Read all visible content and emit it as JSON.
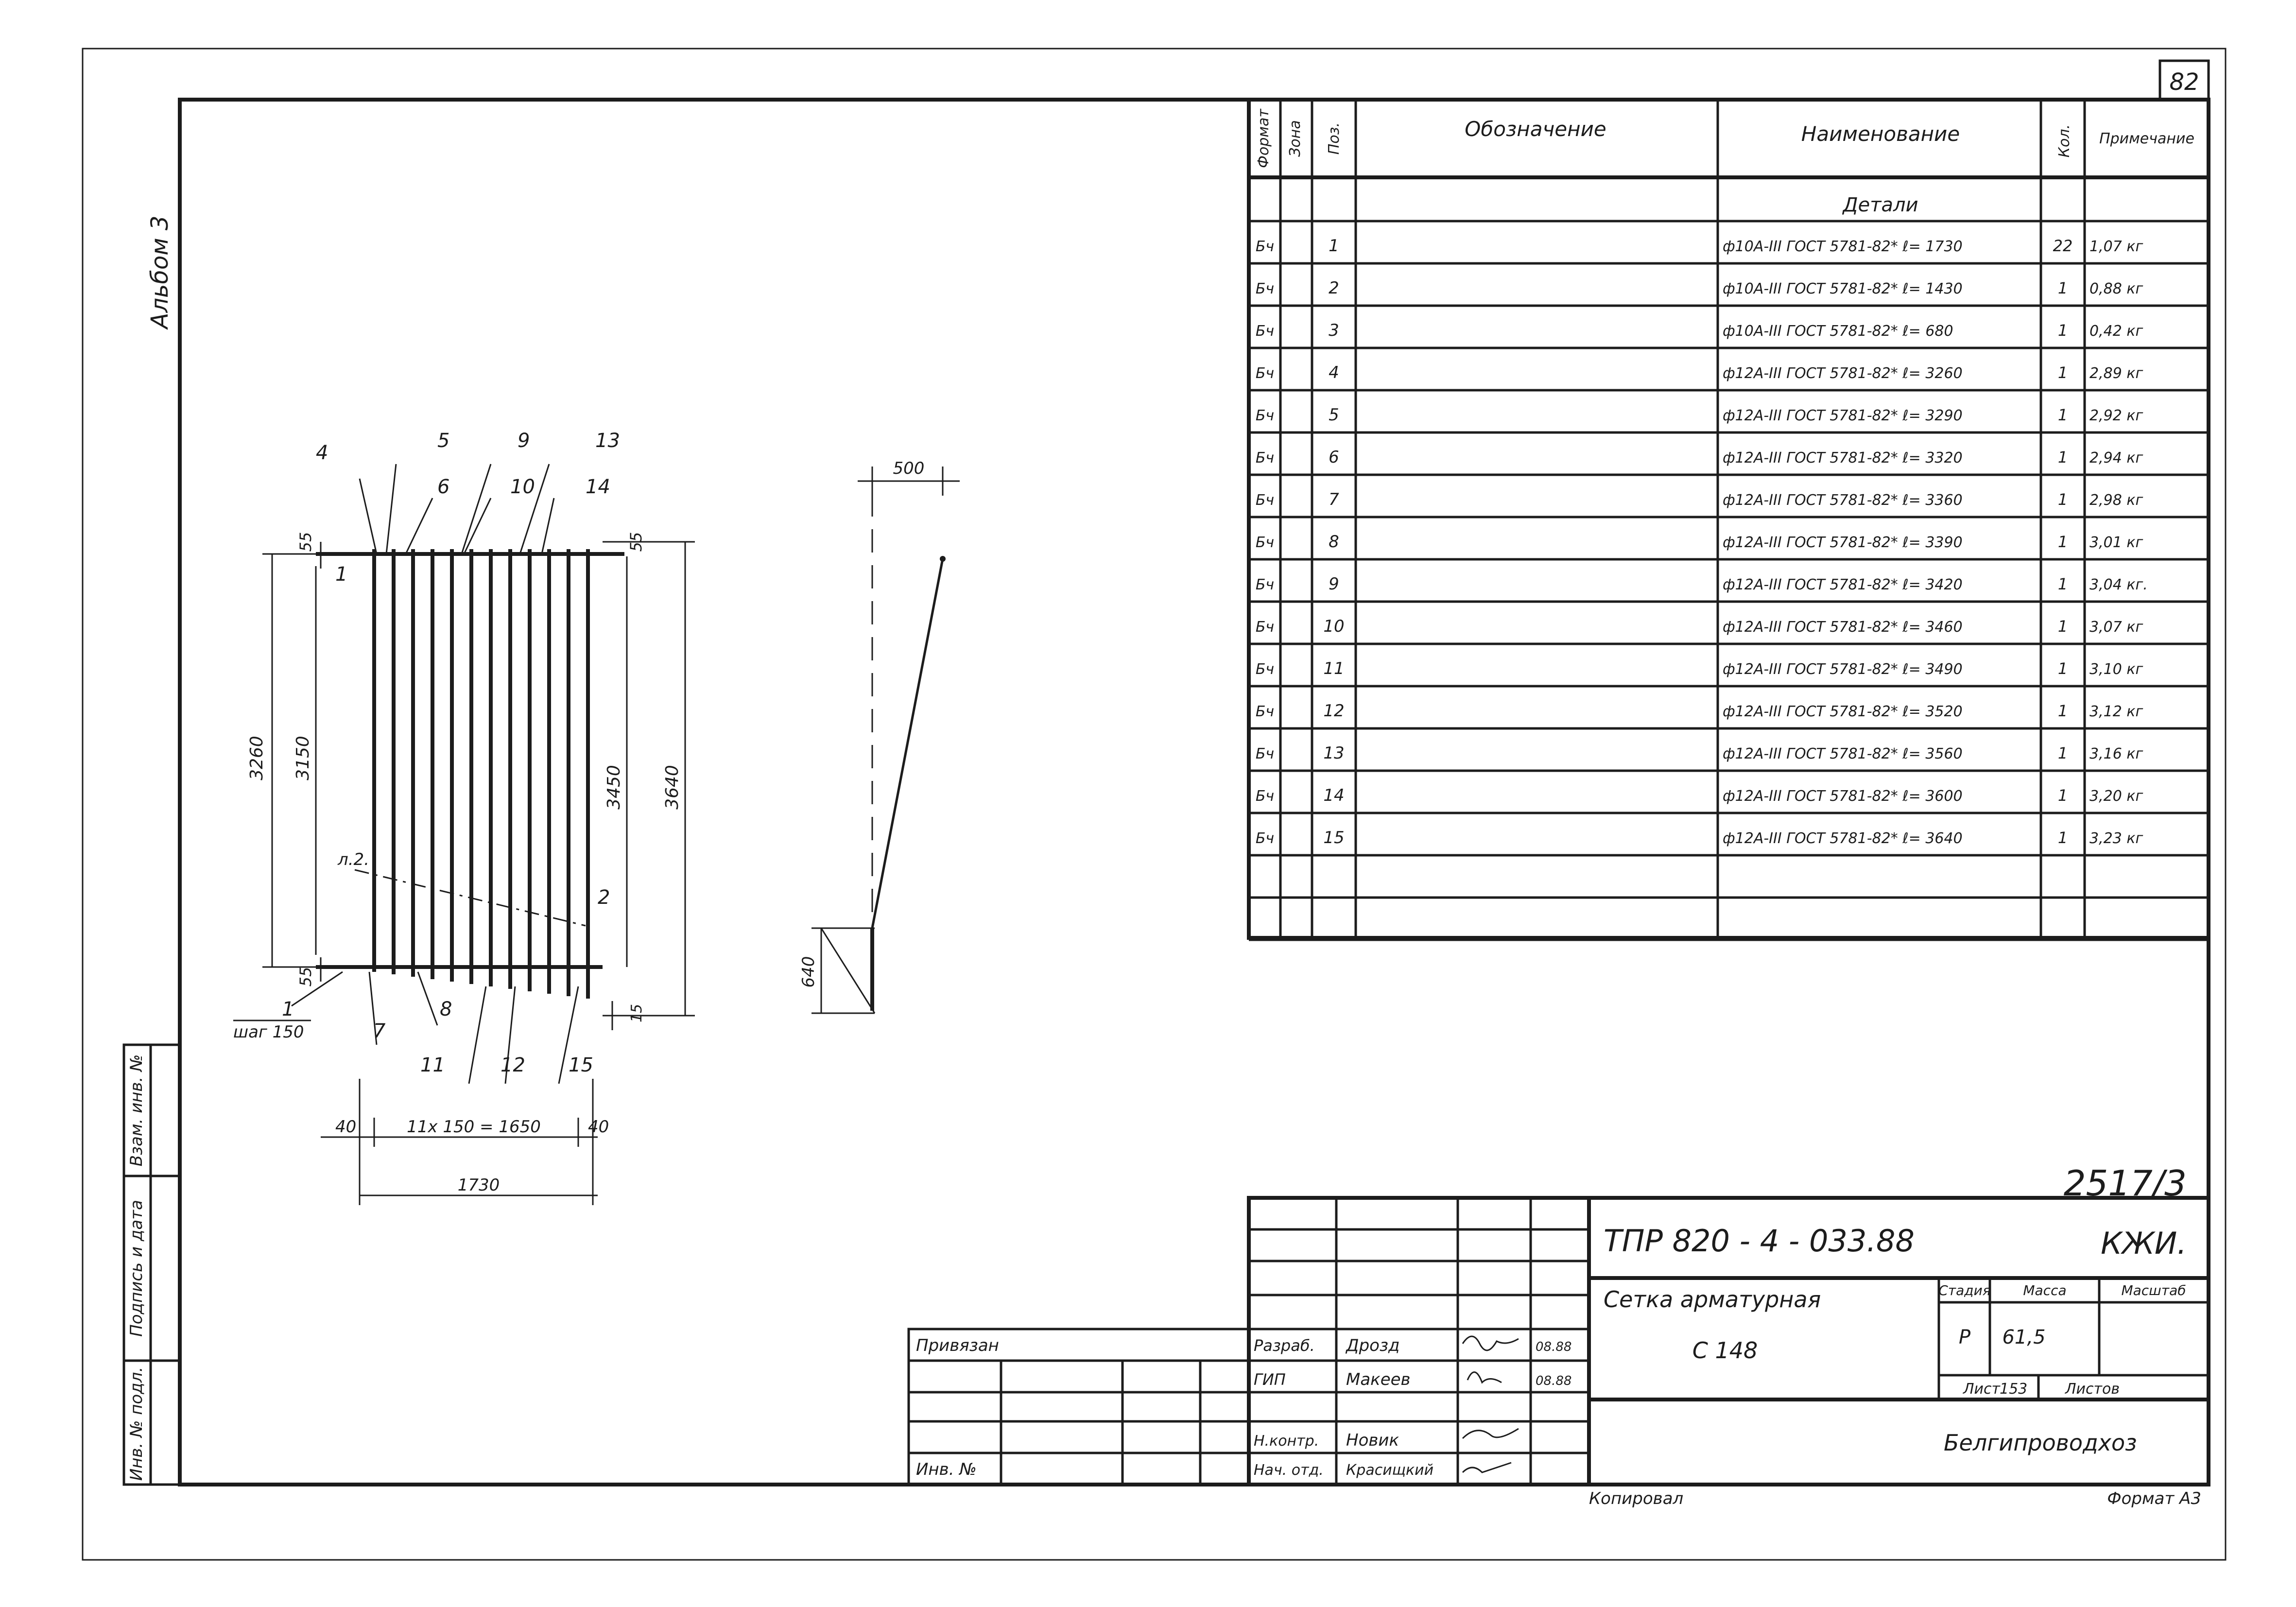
{
  "sheet_number": "82",
  "album_label": "Альбом 3",
  "spec_headers": {
    "format": "Формат",
    "zone": "Зона",
    "pos": "Поз.",
    "designation": "Обозначение",
    "name": "Наименование",
    "qty": "Кол.",
    "note": "Примечание"
  },
  "spec_section": "Детали",
  "spec_rows": [
    {
      "format": "Бч",
      "pos": "1",
      "name": "ф10А-III ГОСТ 5781-82* ℓ= 1730",
      "qty": "22",
      "note": "1,07 кг"
    },
    {
      "format": "Бч",
      "pos": "2",
      "name": "ф10А-III ГОСТ 5781-82* ℓ= 1430",
      "qty": "1",
      "note": "0,88 кг"
    },
    {
      "format": "Бч",
      "pos": "3",
      "name": "ф10А-III ГОСТ 5781-82* ℓ= 680",
      "qty": "1",
      "note": "0,42 кг"
    },
    {
      "format": "Бч",
      "pos": "4",
      "name": "ф12А-III ГОСТ 5781-82* ℓ= 3260",
      "qty": "1",
      "note": "2,89 кг"
    },
    {
      "format": "Бч",
      "pos": "5",
      "name": "ф12А-III ГОСТ 5781-82* ℓ= 3290",
      "qty": "1",
      "note": "2,92 кг"
    },
    {
      "format": "Бч",
      "pos": "6",
      "name": "ф12А-III ГОСТ 5781-82* ℓ= 3320",
      "qty": "1",
      "note": "2,94 кг"
    },
    {
      "format": "Бч",
      "pos": "7",
      "name": "ф12А-III ГОСТ 5781-82* ℓ= 3360",
      "qty": "1",
      "note": "2,98 кг"
    },
    {
      "format": "Бч",
      "pos": "8",
      "name": "ф12А-III ГОСТ 5781-82* ℓ= 3390",
      "qty": "1",
      "note": "3,01 кг"
    },
    {
      "format": "Бч",
      "pos": "9",
      "name": "ф12А-III ГОСТ 5781-82* ℓ= 3420",
      "qty": "1",
      "note": "3,04 кг."
    },
    {
      "format": "Бч",
      "pos": "10",
      "name": "ф12А-III ГОСТ 5781-82* ℓ= 3460",
      "qty": "1",
      "note": "3,07 кг"
    },
    {
      "format": "Бч",
      "pos": "11",
      "name": "ф12А-III ГОСТ 5781-82* ℓ= 3490",
      "qty": "1",
      "note": "3,10 кг"
    },
    {
      "format": "Бч",
      "pos": "12",
      "name": "ф12А-III ГОСТ 5781-82* ℓ= 3520",
      "qty": "1",
      "note": "3,12 кг"
    },
    {
      "format": "Бч",
      "pos": "13",
      "name": "ф12А-III ГОСТ 5781-82* ℓ= 3560",
      "qty": "1",
      "note": "3,16 кг"
    },
    {
      "format": "Бч",
      "pos": "14",
      "name": "ф12А-III ГОСТ 5781-82* ℓ= 3600",
      "qty": "1",
      "note": "3,20 кг"
    },
    {
      "format": "Бч",
      "pos": "15",
      "name": "ф12А-III ГОСТ 5781-82* ℓ= 3640",
      "qty": "1",
      "note": "3,23 кг"
    }
  ],
  "drawing": {
    "top_callouts": [
      "4",
      "5",
      "6",
      "9",
      "10",
      "13",
      "14"
    ],
    "bottom_callouts": [
      "1",
      "7",
      "8",
      "11",
      "12",
      "15"
    ],
    "side_callouts": [
      "1",
      "2",
      "л.2."
    ],
    "dims": {
      "top_margin": "55",
      "bottom_margin": "55",
      "right_top": "55",
      "right_bottom": "15",
      "left_outer": "3260",
      "left_inner": "3150",
      "right_inner": "3450",
      "right_outer": "3640",
      "step": "шаг 150",
      "edge_left": "40",
      "edge_right": "40",
      "span": "11х 150 = 1650",
      "total_width": "1730"
    },
    "profile": {
      "top": "500",
      "bottom": "640"
    }
  },
  "doc_number": "2517/3",
  "title_block": {
    "code": "ТПР  820 - 4 - 033.88",
    "mark": "КЖИ.",
    "product_line1": "Сетка  арматурная",
    "product_line2": "С 148",
    "stage_label": "Стадия",
    "mass_label": "Масса",
    "scale_label": "Масштаб",
    "stage_value": "Р",
    "mass_value": "61,5",
    "sheet_label": "Лист",
    "sheet_value": "153",
    "sheets_label": "Листов",
    "organization": "Белгипроводхоз",
    "bound_label": "Привязан",
    "inv_label": "Инв. №",
    "roles": [
      {
        "role": "Разраб.",
        "name": "Дрозд",
        "date": "08.88"
      },
      {
        "role": "ГИП",
        "name": "Макеев",
        "date": "08.88"
      },
      {
        "role": "Н.контр.",
        "name": "Новик",
        "date": ""
      },
      {
        "role": "Нач. отд.",
        "name": "Красищкий",
        "date": ""
      }
    ]
  },
  "side_stamp": [
    "Инв. № подл.",
    "Подпись и дата",
    "Взам. инв. №"
  ],
  "copied_label": "Копировал",
  "format_label": "Формат А3"
}
